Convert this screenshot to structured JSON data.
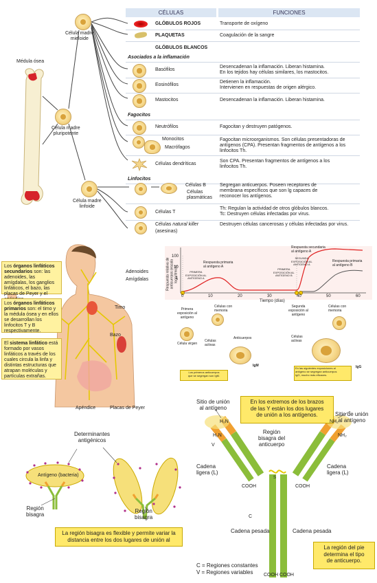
{
  "hema": {
    "col_cells": "CÉLULAS",
    "col_functions": "FUNCIONES",
    "bone_marrow": "Médula ósea",
    "stem_myeloid": "Célula madre\nmieloide",
    "stem_pluripotent": "Célula madre\npluripotente",
    "stem_lymphoid": "Célula madre\nlinfoide",
    "rbc_name": "GLÓBULOS ROJOS",
    "rbc_fn": "Transporte de oxígeno",
    "plt_name": "PLAQUETAS",
    "plt_fn": "Coagulación de la sangre",
    "wbc_title": "GLÓBULOS BLANCOS",
    "inflam_title": "Asociados a la inflamación",
    "basophils": "Basófilos",
    "basophils_fn": "Desencadenan la inflamación. Liberan histamina.\nEn los tejidos hay células similares, los mastocitos.",
    "eosinophils": "Eosinófilos",
    "eosinophils_fn": "Detienen la inflamación.\nIntervienen en respuestas de origen alérgico.",
    "mast": "Mastocitos",
    "mast_fn": "Desencadenan la inflamación. Liberan histamina.",
    "phago_title": "Fagocitos",
    "neutrophils": "Neutrófilos",
    "neutrophils_fn": "Fagocitan y destruyen patógenos.",
    "monocytes": "Monocitos",
    "macrophages": "Macrófagos",
    "macro_fn": "Fagocitan microorganismos. Son células presentadoras de\nantígenos (CPA). Presentan fragmentos de antígenos a los\nlinfocitos Th.",
    "dendritic": "Células dendríticas",
    "dendritic_fn": "Son CPA. Presentan fragmentos de antígenos a los\nlinfocitos Th.",
    "lympho_title": "Linfocitos",
    "bcells": "Células B",
    "plasma": "Células\nplasmáticas",
    "bcells_fn": "Segregan anticuerpos. Poseen receptores de\nmembrana específicos que son lg capaces de\nreconocer los antígenos.",
    "tcells": "Células T",
    "tcells_fn": "Th: Regulan la actividad de otros glóbulos blancos.\nTc: Destruyen células infectadas por virus.",
    "nk_pre": "Células ",
    "nk_it": "natural killer",
    "nk_post": "(asesinas)",
    "nk_fn": "Destruyen células cancerosas y células infectadas por virus."
  },
  "lymph": {
    "box1_a": "Los ",
    "box1_b": "órganos linfáticos secundarios",
    "box1_c": " son: las adenoides, las amígdalas, los ganglios linfáticos, el bazo, las placas de Peyer y el apéndice.",
    "box2_a": "Los ",
    "box2_b": "órganos linfáticos primarios",
    "box2_c": " son: el timo y la médula ósea y en ellos se desarrollan los linfocitos T y B respectivamente.",
    "box3_a": "El ",
    "box3_b": "sistema linfático",
    "box3_c": " está formado por vasos linfáticos a través de los cuales circula la linfa y distintas estructuras que atrapan moléculas y partículas extrañas.",
    "adenoids": "Adenoides",
    "tonsils": "Amígdalas",
    "thymus": "Timo",
    "spleen": "Bazo",
    "appendix": "Apéndice",
    "peyer": "Placas de Peyer"
  },
  "immune": {
    "ylabel": "Respuesta relativa de anticuerpos (escala logarítmica)",
    "xlabel": "Tiempo (días)",
    "y100": "100",
    "y10": "10",
    "y1": "1",
    "x0": "0",
    "x10": "10",
    "x20": "20",
    "x30": "30",
    "x40": "40",
    "x50": "50",
    "x60": "60",
    "first_exp": "PRIMERA\nEXPOSICIÓN AL\nANTÍGENO A",
    "primary_a": "Respuesta primaria\nal antígeno A",
    "first_exp_b": "PRIMERA\nEXPOSICIÓN AL\nANTÍGENO B",
    "second_exp": "SEGUNDA\nEXPOSICIÓN AL\nANTÍGENO A",
    "secondary_a": "Respuesta secundaria\nal antígeno A",
    "primary_b": "Respuesta primaria\nal antígeno B",
    "first_label": "Primera\nexposición al\nantígeno",
    "memory1": "Células con\nmemoria",
    "active1": "Células\nactivas",
    "virgin": "Célula virgen",
    "antibodies": "Anticuerpos",
    "igm": "IgM",
    "note1": "Los primeros anticuerpos\nque se segregan son IgM.",
    "second_label": "Segunda\nexposición al\nantígeno",
    "memory2": "Células con\nmemoria",
    "active2": "Células\nactivas",
    "igg": "IgG",
    "note2": "En las siguientes exposiciones al\nantígeno se segregan anticuerpos\nIgG, mucho más eficaces."
  },
  "binding": {
    "determinants": "Determinantes\nantigénicos",
    "antigen": "Antígeno (bacteria)",
    "hinge1": "Región\nbisagra",
    "hinge2": "Región\nbisagra",
    "note": "La región bisagra es flexible y permite variar la\ndistancia entre los dos lugares de unión al"
  },
  "antibody": {
    "site_left": "Sitio de unión\nal antígeno",
    "site_right": "Sitio de unión\nal antígeno",
    "note_top": "En los extremos de los brazos\nde las Y están los dos lugares\nde unión a los antígenos.",
    "hinge": "Región\nbisagra del\nanticuerpo",
    "h2n_1": "H₂N",
    "h2n_2": "H₂N",
    "nh2_1": "NH₂",
    "nh2_2": "NH₂",
    "light_l": "Cadena\nligera (L)",
    "light_r": "Cadena\nligera (L)",
    "heavy_l": "Cadena pesada",
    "heavy_r": "Cadena pesada",
    "cooh1": "COOH",
    "cooh2": "COOH",
    "cooh3": "COOH COOH",
    "c_label": "C",
    "v_label": "V",
    "s": "S",
    "legend_c": "C = Regiones constantes",
    "legend_v": "V = Regiones variables",
    "note_bottom": "La región del pie\ndetermina el tipo\nde anticuerpo."
  }
}
